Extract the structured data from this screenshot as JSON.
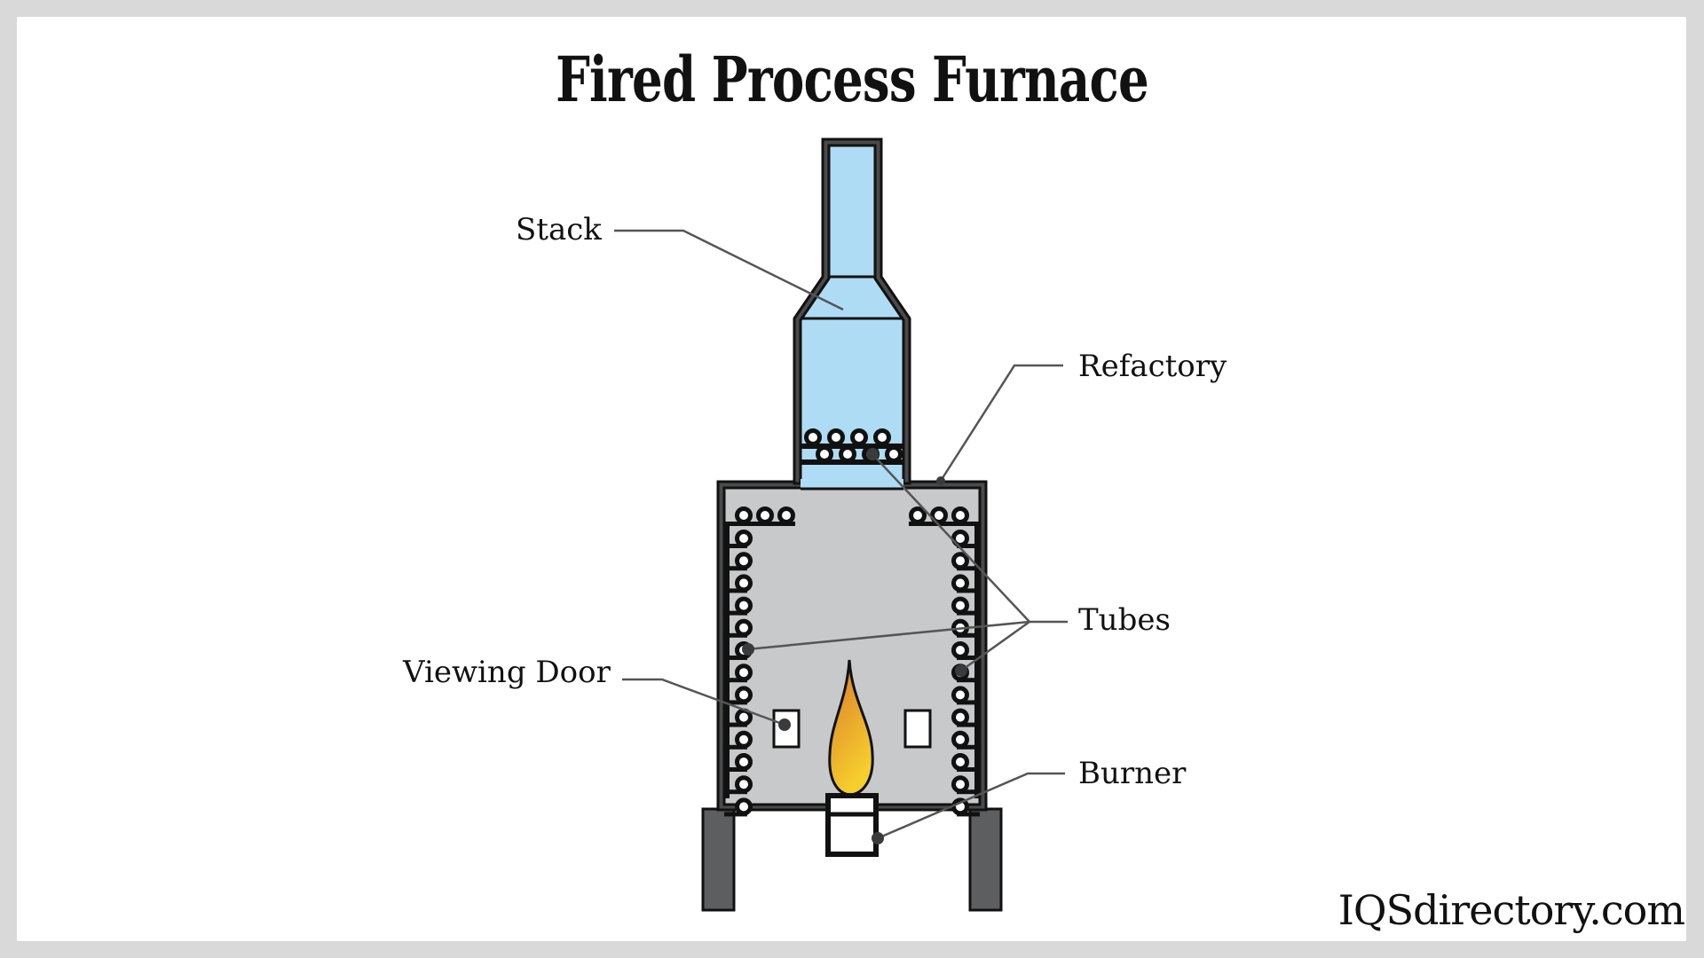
{
  "title": "Fired Process Furnace",
  "labels": {
    "stack": "Stack",
    "refactory": "Refactory",
    "tubes": "Tubes",
    "viewing_door": "Viewing Door",
    "burner": "Burner"
  },
  "brand": "IQSdirectory.com",
  "colors": {
    "page_border": "#d9d9d9",
    "stack_fill": "#aedcf5",
    "body_fill": "#c8c9cb",
    "outline": "#111111",
    "refractory_gray": "#5a5a5a",
    "leg_fill": "#5d5e60",
    "leader_line": "#555555",
    "flame_top": "#e08a26",
    "flame_bottom": "#f4c42c"
  },
  "components": {
    "convection_tube_rows": 2,
    "convection_tubes_per_row": 4,
    "radiant_wall_tubes_per_side": 13,
    "roof_tubes_per_side": 3,
    "viewing_doors": 2,
    "burners": 1,
    "legs": 2
  }
}
